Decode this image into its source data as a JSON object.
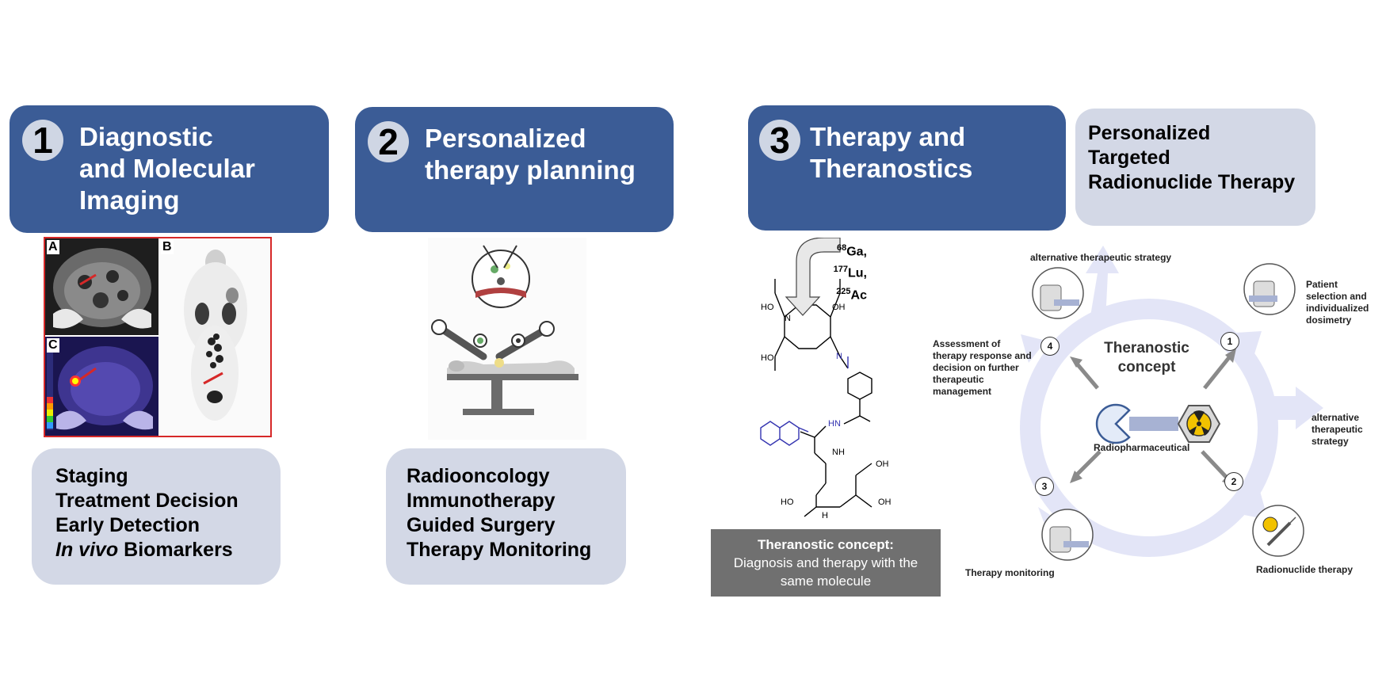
{
  "sections": [
    {
      "number": "1",
      "title": "Diagnostic\nand Molecular\nImaging"
    },
    {
      "number": "2",
      "title": "Personalized\ntherapy planning"
    },
    {
      "number": "3",
      "title": "Therapy and\nTheranostics"
    }
  ],
  "section1": {
    "panel_labels": [
      "A",
      "B",
      "C"
    ],
    "items": [
      "Staging",
      "Treatment Decision",
      "Early Detection"
    ],
    "last_item_italic": "In vivo",
    "last_item_rest": " Biomarkers"
  },
  "section2": {
    "items": [
      "Radiooncology",
      "Immunotherapy",
      "Guided Surgery",
      "Therapy Monitoring"
    ]
  },
  "section3": {
    "tag_title": "Personalized\nTargeted\nRadionuclide Therapy",
    "isotopes": [
      {
        "mass": "68",
        "symbol": "Ga,"
      },
      {
        "mass": "177",
        "symbol": "Lu,"
      },
      {
        "mass": "225",
        "symbol": "Ac"
      }
    ],
    "chem_labels": {
      "ho1": "HO",
      "oh1": "OH",
      "ho2": "HO",
      "ho3": "HO",
      "oh2": "OH",
      "oh3": "OH",
      "n": "N",
      "nh1": "N",
      "hn1": "HN",
      "nh2": "NH",
      "hh": "H"
    },
    "concept_box": {
      "title": "Theranostic concept:",
      "text": "Diagnosis and therapy with the same molecule"
    },
    "cycle": {
      "center_title": "Theranostic\nconcept",
      "radiopharmaceutical": "Radiopharmaceutical",
      "top_label": "alternative therapeutic strategy",
      "right_label": "alternative\ntherapeutic\nstrategy",
      "step1": "Patient\nselection and\nindividualized\ndosimetry",
      "step2": "Radionuclide therapy",
      "step3": "Therapy monitoring",
      "step4": "Assessment of\ntherapy response and\ndecision on further\ntherapeutic\nmanagement",
      "numbers": [
        "1",
        "2",
        "3",
        "4"
      ]
    }
  },
  "colors": {
    "header_blue": "#3b5c96",
    "pill_gray": "#d3d8e6",
    "panel_red": "#d62828",
    "cycle_arrow": "#e3e5f7",
    "concept_gray": "#707070"
  }
}
